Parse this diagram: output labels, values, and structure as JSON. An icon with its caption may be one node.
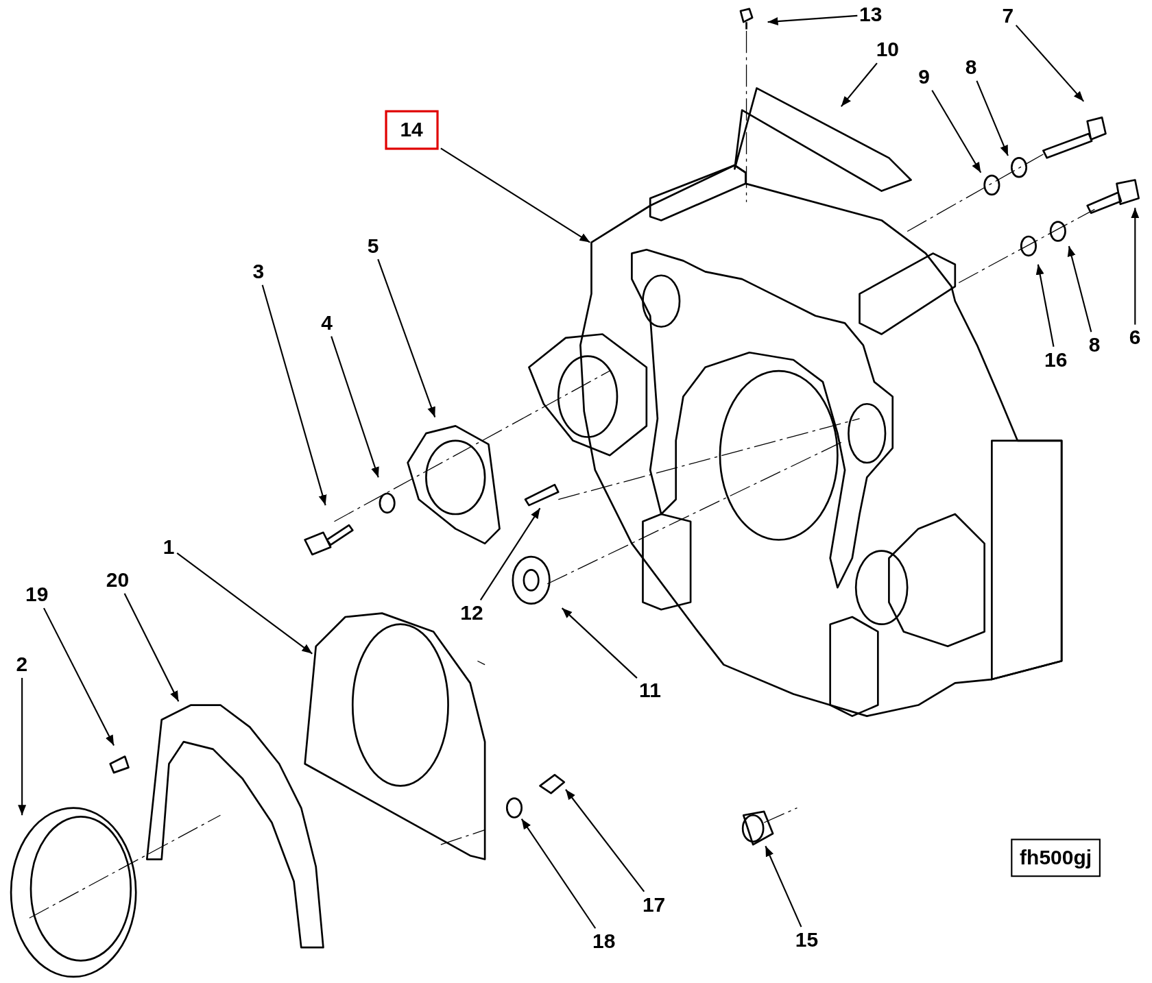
{
  "diagram": {
    "nodes": [
      {
        "text": [
          "13"
        ]
      },
      {
        "text": [
          "7"
        ]
      },
      {
        "text": [
          "10"
        ]
      },
      {
        "text": [
          "8"
        ]
      },
      {
        "text": [
          "9"
        ]
      },
      {
        "text": [
          "14"
        ]
      },
      {
        "text": [
          "5"
        ]
      },
      {
        "text": [
          "3"
        ]
      },
      {
        "text": [
          "4"
        ]
      },
      {
        "text": [
          "16"
        ]
      },
      {
        "text": [
          "8"
        ]
      },
      {
        "text": [
          "6"
        ]
      },
      {
        "text": [
          "1"
        ]
      },
      {
        "text": [
          "20"
        ]
      },
      {
        "text": [
          "19"
        ]
      },
      {
        "text": [
          "12"
        ]
      },
      {
        "text": [
          "2"
        ]
      },
      {
        "text": [
          "11"
        ]
      },
      {
        "text": [
          "17"
        ]
      },
      {
        "text": [
          "18"
        ]
      },
      {
        "text": [
          "15"
        ]
      },
      {
        "text": [
          "fh500gj"
        ]
      }
    ],
    "edges": [
      {
        "from": 0,
        "to": null,
        "arrow": "to"
      },
      {
        "from": 1,
        "to": null,
        "arrow": "to"
      },
      {
        "from": 2,
        "to": null,
        "arrow": "to"
      },
      {
        "from": 3,
        "to": null,
        "arrow": "to"
      },
      {
        "from": 4,
        "to": null,
        "arrow": "to"
      },
      {
        "from": 5,
        "to": null,
        "arrow": "to"
      },
      {
        "from": 6,
        "to": null,
        "arrow": "to"
      },
      {
        "from": 7,
        "to": null,
        "arrow": "to"
      },
      {
        "from": 8,
        "to": null,
        "arrow": "to"
      },
      {
        "from": 9,
        "to": null,
        "arrow": "to"
      },
      {
        "from": 10,
        "to": null,
        "arrow": "to"
      },
      {
        "from": 11,
        "to": null,
        "arrow": "to"
      },
      {
        "from": 12,
        "to": null,
        "arrow": "to"
      },
      {
        "from": 13,
        "to": null,
        "arrow": "to"
      },
      {
        "from": 14,
        "to": null,
        "arrow": "to"
      },
      {
        "from": 15,
        "to": null,
        "arrow": "to"
      },
      {
        "from": 16,
        "to": null,
        "arrow": "to"
      },
      {
        "from": 17,
        "to": null,
        "arrow": "to"
      },
      {
        "from": 18,
        "to": null,
        "arrow": "to"
      },
      {
        "from": 19,
        "to": null,
        "arrow": "to"
      },
      {
        "from": 20,
        "to": null,
        "arrow": "to"
      }
    ]
  }
}
